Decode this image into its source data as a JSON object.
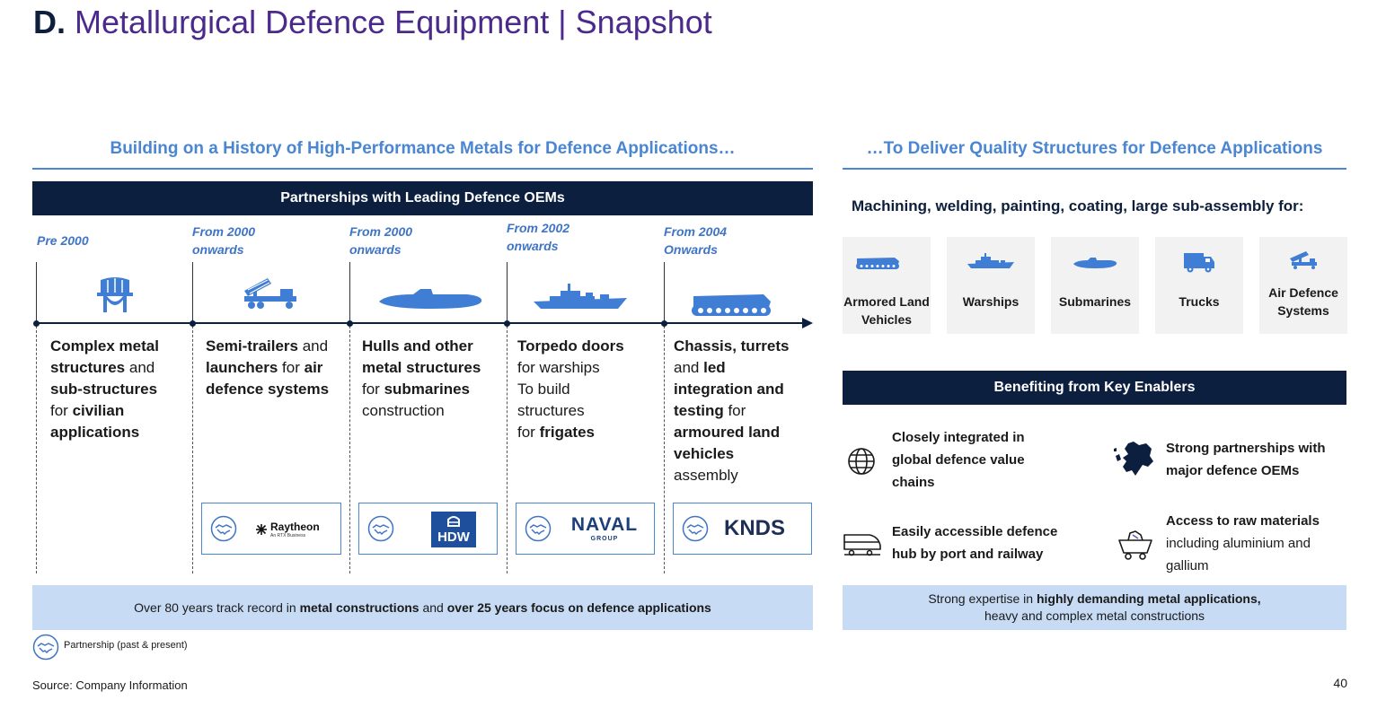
{
  "title": {
    "prefix": "D.",
    "main": "Metallurgical Defence Equipment | Snapshot"
  },
  "left": {
    "heading": "Building on a History of High-Performance Metals for Defence Applications…",
    "bar": "Partnerships with Leading Defence OEMs",
    "periods": [
      {
        "line1": "Pre 2000",
        "line2": ""
      },
      {
        "line1": "From 2000",
        "line2": "onwards"
      },
      {
        "line1": "From 2000",
        "line2": "onwards"
      },
      {
        "line1": "From 2002",
        "line2": "onwards"
      },
      {
        "line1": "From 2004",
        "line2": "Onwards"
      }
    ],
    "descriptions": [
      [
        {
          "t": "Complex metal",
          "b": true
        },
        {
          "t": "\n"
        },
        {
          "t": "structures",
          "b": true
        },
        {
          "t": " and"
        },
        {
          "t": "\n"
        },
        {
          "t": "sub-structures",
          "b": true
        },
        {
          "t": "\n"
        },
        {
          "t": "for "
        },
        {
          "t": "civilian",
          "b": true
        },
        {
          "t": "\n"
        },
        {
          "t": "applications",
          "b": true
        }
      ],
      [
        {
          "t": "Semi-trailers",
          "b": true
        },
        {
          "t": " and"
        },
        {
          "t": "\n"
        },
        {
          "t": "launchers",
          "b": true
        },
        {
          "t": " for "
        },
        {
          "t": "air",
          "b": true
        },
        {
          "t": "\n"
        },
        {
          "t": "defence systems",
          "b": true
        }
      ],
      [
        {
          "t": "Hulls and other",
          "b": true
        },
        {
          "t": "\n"
        },
        {
          "t": "metal structures",
          "b": true
        },
        {
          "t": "\n"
        },
        {
          "t": "for "
        },
        {
          "t": "submarines",
          "b": true
        },
        {
          "t": "\n"
        },
        {
          "t": "construction"
        }
      ],
      [
        {
          "t": "Torpedo doors",
          "b": true
        },
        {
          "t": "\n"
        },
        {
          "t": "for warships"
        },
        {
          "t": "\n"
        },
        {
          "t": "To build"
        },
        {
          "t": "\n"
        },
        {
          "t": "structures"
        },
        {
          "t": "\n"
        },
        {
          "t": "for "
        },
        {
          "t": "frigates",
          "b": true
        }
      ],
      [
        {
          "t": "Chassis, turrets",
          "b": true
        },
        {
          "t": "\n"
        },
        {
          "t": "and "
        },
        {
          "t": "led",
          "b": true
        },
        {
          "t": "\n"
        },
        {
          "t": "integration and",
          "b": true
        },
        {
          "t": "\n"
        },
        {
          "t": "testing",
          "b": true
        },
        {
          "t": " for"
        },
        {
          "t": "\n"
        },
        {
          "t": "armoured land",
          "b": true
        },
        {
          "t": "\n"
        },
        {
          "t": "vehicles",
          "b": true
        },
        {
          "t": "\n"
        },
        {
          "t": "assembly"
        }
      ]
    ],
    "partners": {
      "raytheon": {
        "name": "Raytheon",
        "sub": "An RTX Business"
      },
      "hdw": {
        "name": "HDW"
      },
      "naval": {
        "name": "NAVAL",
        "sub": "GROUP"
      },
      "knds": {
        "name": "KNDS"
      }
    },
    "band": [
      {
        "t": "Over 80 years track record in "
      },
      {
        "t": "metal constructions",
        "b": true
      },
      {
        "t": " and "
      },
      {
        "t": "over 25 years focus on defence applications",
        "b": true
      }
    ],
    "legend": "Partnership (past & present)"
  },
  "right": {
    "heading": "…To Deliver Quality Structures for Defence Applications",
    "subheading": "Machining, welding, painting, coating, large sub-assembly for:",
    "tiles": [
      {
        "label": "Armored Land Vehicles",
        "icon": "armored-vehicle-icon"
      },
      {
        "label": "Warships",
        "icon": "warship-icon"
      },
      {
        "label": "Submarines",
        "icon": "submarine-icon"
      },
      {
        "label": "Trucks",
        "icon": "truck-icon"
      },
      {
        "label": "Air Defence Systems",
        "icon": "air-defence-icon"
      }
    ],
    "bar": "Benefiting from Key Enablers",
    "enablers": [
      {
        "icon": "globe-icon",
        "parts": [
          {
            "t": "Closely integrated in",
            "b": true
          },
          {
            "t": "\n"
          },
          {
            "t": "global defence value",
            "b": true
          },
          {
            "t": "\n"
          },
          {
            "t": "chains",
            "b": true
          }
        ]
      },
      {
        "icon": "europe-map-icon",
        "parts": [
          {
            "t": "Strong partnerships with",
            "b": true
          },
          {
            "t": "\n"
          },
          {
            "t": "major defence OEMs",
            "b": true
          }
        ]
      },
      {
        "icon": "train-icon",
        "parts": [
          {
            "t": "Easily accessible defence",
            "b": true
          },
          {
            "t": "\n"
          },
          {
            "t": "hub by port and railway",
            "b": true
          }
        ]
      },
      {
        "icon": "mine-cart-icon",
        "parts": [
          {
            "t": "Access to raw materials",
            "b": true
          },
          {
            "t": "\n"
          },
          {
            "t": "including aluminium and"
          },
          {
            "t": "\n"
          },
          {
            "t": "gallium"
          }
        ]
      }
    ],
    "band": [
      {
        "t": "Strong expertise in "
      },
      {
        "t": "highly demanding metal applications,",
        "b": true
      },
      {
        "t": "\n"
      },
      {
        "t": "heavy and complex metal constructions"
      }
    ]
  },
  "footer": {
    "source": "Source: Company Information",
    "page": "40"
  },
  "colors": {
    "navy": "#0c1f3f",
    "blue": "#4a86d1",
    "purple": "#4b2a8c",
    "light_band": "#c7dbf5",
    "tile_bg": "#f2f2f2"
  }
}
